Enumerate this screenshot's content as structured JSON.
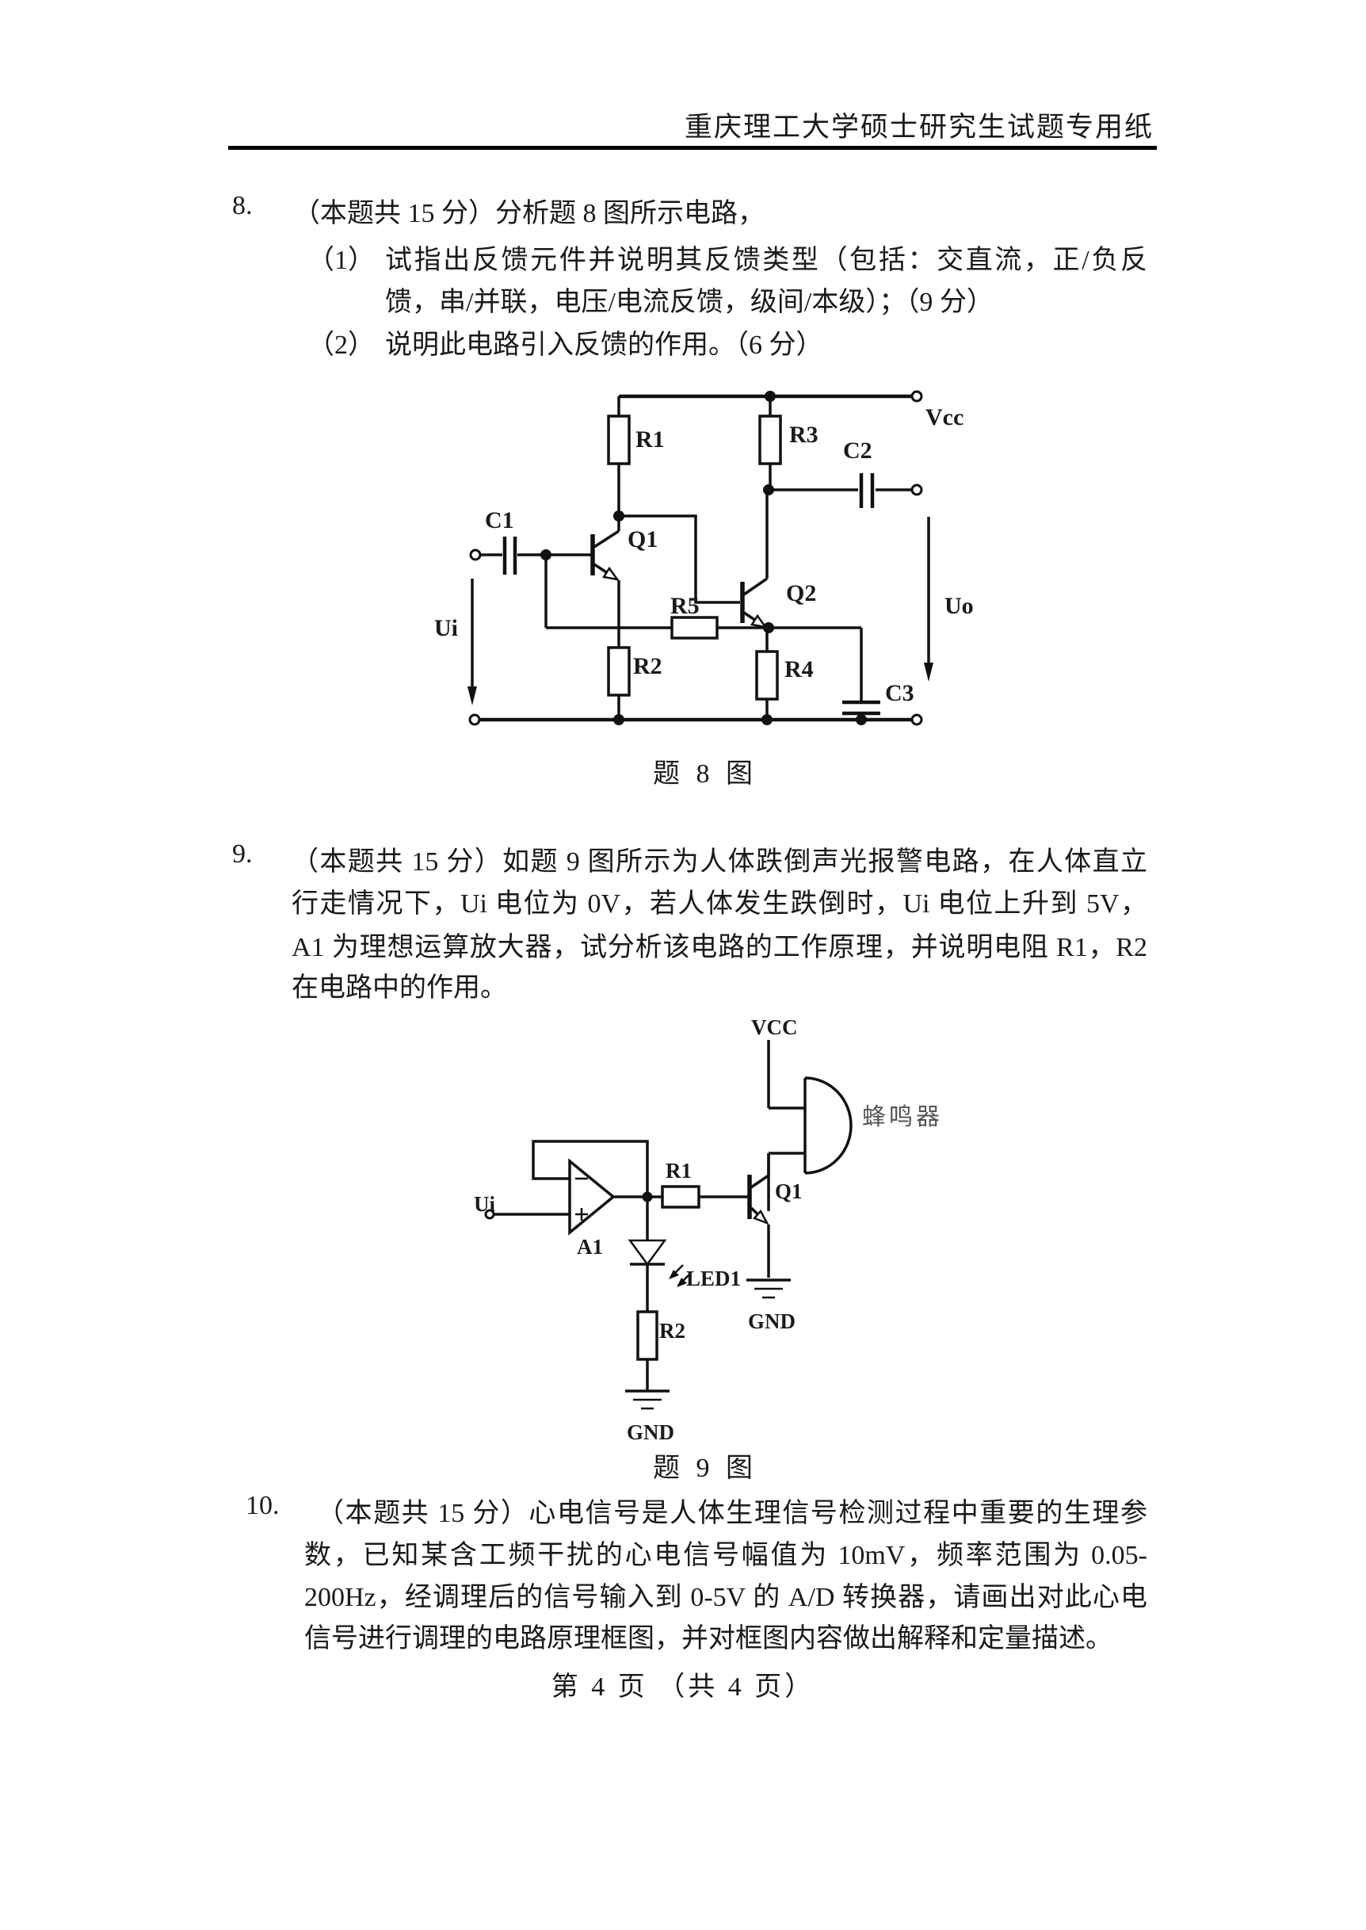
{
  "header": {
    "title": "重庆理工大学硕士研究生试题专用纸"
  },
  "footer": {
    "page_label": "第 4 页 （共 4 页）"
  },
  "q8": {
    "number": "8.",
    "intro": "（本题共 15 分）分析题 8 图所示电路，",
    "item1_marker": "（1）",
    "item1_line1": "试指出反馈元件并说明其反馈类型（包括：交直流，正/负反",
    "item1_line2": "馈，串/并联，电压/电流反馈，级间/本级）；（9 分）",
    "item2_marker": "（2）",
    "item2_line1": "说明此电路引入反馈的作用。（6 分）",
    "figure": {
      "caption": "题 8 图",
      "labels": {
        "vcc": "Vcc",
        "r1": "R1",
        "r2": "R2",
        "r3": "R3",
        "r4": "R4",
        "r5": "R5",
        "c1": "C1",
        "c2": "C2",
        "c3": "C3",
        "q1": "Q1",
        "q2": "Q2",
        "ui": "Ui",
        "uo": "Uo"
      }
    }
  },
  "q9": {
    "number": "9.",
    "line1": "（本题共 15 分）如题 9 图所示为人体跌倒声光报警电路，在人体直立",
    "line2": "行走情况下，Ui 电位为 0V，若人体发生跌倒时，Ui 电位上升到 5V，",
    "line3": "A1 为理想运算放大器，试分析该电路的工作原理，并说明电阻 R1，R2",
    "line4": "在电路中的作用。",
    "figure": {
      "caption": "题 9 图",
      "labels": {
        "vcc": "VCC",
        "buzzer": "蜂鸣器",
        "ui": "Ui",
        "a1": "A1",
        "r1": "R1",
        "q1": "Q1",
        "led1": "LED1",
        "r2": "R2",
        "gnd_left": "GND",
        "gnd_right": "GND"
      }
    }
  },
  "q10": {
    "number": "10.",
    "line1": "（本题共 15 分）心电信号是人体生理信号检测过程中重要的生理参",
    "line2": "数，已知某含工频干扰的心电信号幅值为 10mV，频率范围为 0.05-",
    "line3": "200Hz，经调理后的信号输入到 0-5V 的 A/D 转换器，请画出对此心电",
    "line4": "信号进行调理的电路原理框图，并对框图内容做出解释和定量描述。"
  }
}
